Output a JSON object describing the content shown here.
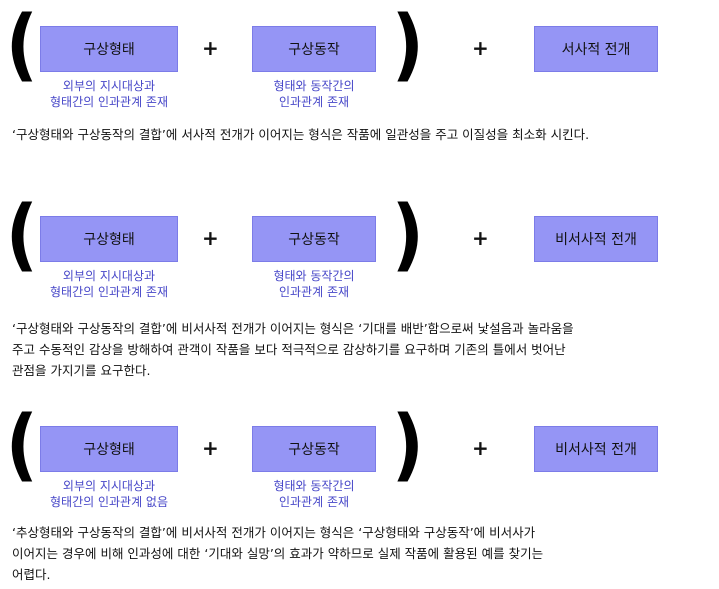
{
  "rows": [
    {
      "open_paren": "(",
      "close_paren": ")",
      "box1": "구상형태",
      "box2": "구상동작",
      "box3": "서사적 전개",
      "plus": "+",
      "note1": [
        "외부의 지시대상과",
        "형태간의 인과관계 존재"
      ],
      "note2": [
        "형태와 동작간의",
        "인과관계 존재"
      ],
      "desc": [
        "‘구상형태와 구상동작의 결합’에 서사적 전개가 이어지는 형식은 작품에 일관성을 주고 이질성을 최소화 시킨다."
      ]
    },
    {
      "open_paren": "(",
      "close_paren": ")",
      "box1": "구상형태",
      "box2": "구상동작",
      "box3": "비서사적 전개",
      "plus": "+",
      "note1": [
        "외부의 지시대상과",
        "형태간의 인과관계 존재"
      ],
      "note2": [
        "형태와 동작간의",
        "인과관계 존재"
      ],
      "desc": [
        "‘구상형태와 구상동작의 결합’에 비서사적 전개가 이어지는 형식은 ‘기대를 배반’함으로써 낯설음과 놀라움을",
        "주고  수동적인 감상을 방해하여 관객이 작품을 보다 적극적으로 감상하기를 요구하며 기존의 틀에서 벗어난",
        "관점을 가지기를 요구한다."
      ]
    },
    {
      "open_paren": "(",
      "close_paren": ")",
      "box1": "구상형태",
      "box2": "구상동작",
      "box3": "비서사적 전개",
      "plus": "+",
      "note1": [
        "외부의 지시대상과",
        "형태간의 인과관계 없음"
      ],
      "note2": [
        "형태와 동작간의",
        "인과관계 존재"
      ],
      "desc": [
        "‘추상형태와 구상동작의 결합’에 비서사적 전개가 이어지는 형식은 ‘구상형태와 구상동작’에 비서사가",
        "이어지는 경우에 비해 인과성에 대한 ‘기대와 실망’의 효과가 약하므로 실제 작품에 활용된 예를 찾기는",
        "어렵다."
      ]
    }
  ]
}
